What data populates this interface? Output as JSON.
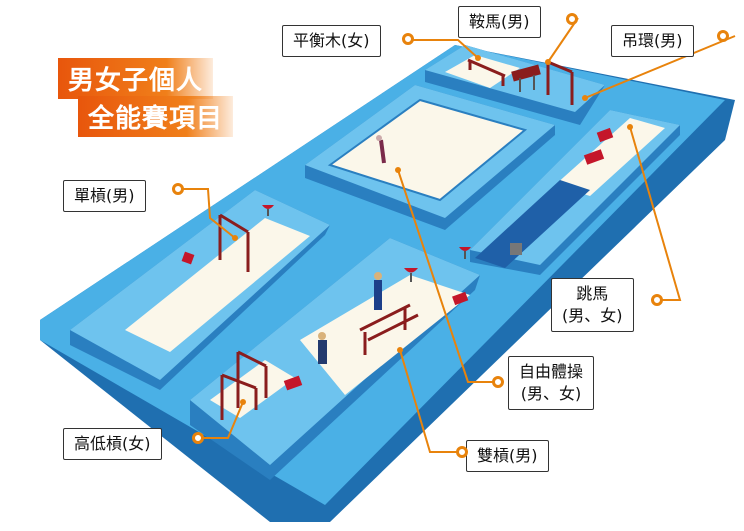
{
  "title": {
    "line1": "男女子個人",
    "line2": "全能賽項目"
  },
  "labels": {
    "pommel_horse": "鞍馬(男)",
    "balance_beam": "平衡木(女)",
    "rings": "吊環(男)",
    "high_bar": "單槓(男)",
    "vault_line1": "跳馬",
    "vault_line2": "(男、女)",
    "floor_line1": "自由體操",
    "floor_line2": "(男、女)",
    "parallel_bars": "雙槓(男)",
    "uneven_bars": "高低槓(女)"
  },
  "colors": {
    "arena_blue": "#4ab0e6",
    "arena_dark": "#1f6fb0",
    "mat": "#fbf7ea",
    "leader": "#e8830c",
    "title_orange": "#ee6a14"
  }
}
